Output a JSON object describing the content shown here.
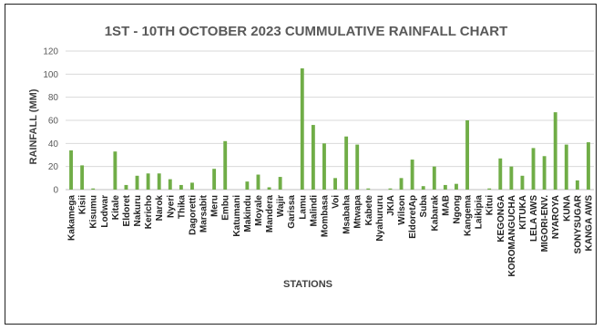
{
  "chart_data": {
    "type": "bar",
    "title": "1ST - 10TH OCTOBER 2023 CUMMULATIVE RAINFALL CHART",
    "xlabel": "STATIONS",
    "ylabel": "RAINFALL (MM)",
    "ylim": [
      0,
      120
    ],
    "yticks": [
      0,
      20,
      40,
      60,
      80,
      100,
      120
    ],
    "grid": true,
    "colors": {
      "bar": "#70ad47"
    },
    "categories": [
      "Kakamega",
      "Kisii",
      "Kisumu",
      "Lodwar",
      "Kitale",
      "Eldoret",
      "Nakuru",
      "Kericho",
      "Narok",
      "Nyeri",
      "Thika",
      "Dagoretti",
      "Marsabit",
      "Meru",
      "Embu",
      "Katumani",
      "Makindu",
      "Moyale",
      "Mandera",
      "Wajir",
      "Garissa",
      "Lamu",
      "Malindi",
      "Mombasa",
      "Voi",
      "Msabaha",
      "Mtwapa",
      "Kabete",
      "Nyahururu",
      "JKIA",
      "Wilson",
      "EldoretAp",
      "Suba",
      "Kabarak",
      "MAB",
      "Ngong",
      "Kangema",
      "Laikipia",
      "Kitui",
      "KEGONGA",
      "KOROMANGUCHA",
      "KITUKA",
      "LELA AWS",
      "MIGORI-ENV.",
      "NYAROYA",
      "KUNA",
      "SONYSUGAR",
      "KANGA AWS"
    ],
    "values": [
      34,
      21,
      1,
      0,
      33,
      4,
      12,
      14,
      14,
      9,
      4,
      6,
      0,
      18,
      42,
      0,
      7,
      13,
      2,
      11,
      0,
      105,
      56,
      40,
      10,
      46,
      39,
      1,
      0,
      1,
      10,
      26,
      3,
      20,
      4,
      5,
      60,
      0,
      1,
      27,
      20,
      12,
      36,
      29,
      67,
      39,
      8,
      41
    ]
  }
}
